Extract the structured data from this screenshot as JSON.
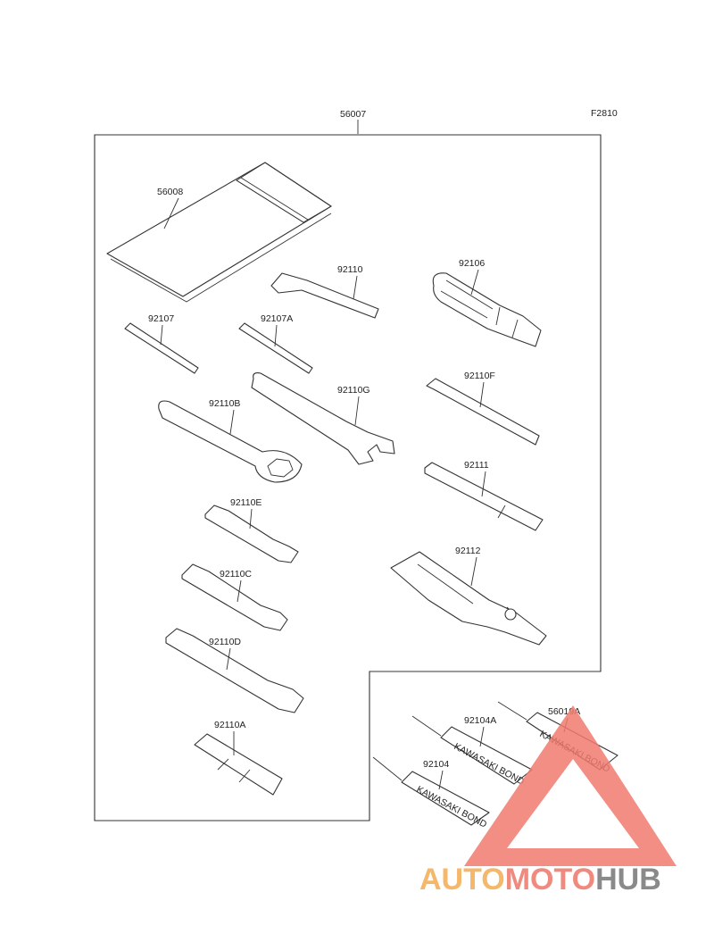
{
  "diagram": {
    "figure_code": "F2810",
    "kit_number": "56007",
    "parts": [
      {
        "id": "56008",
        "label": "56008"
      },
      {
        "id": "92110",
        "label": "92110"
      },
      {
        "id": "92106",
        "label": "92106"
      },
      {
        "id": "92107",
        "label": "92107"
      },
      {
        "id": "92107A",
        "label": "92107A"
      },
      {
        "id": "92110G",
        "label": "92110G"
      },
      {
        "id": "92110F",
        "label": "92110F"
      },
      {
        "id": "92110B",
        "label": "92110B"
      },
      {
        "id": "92111",
        "label": "92111"
      },
      {
        "id": "92110E",
        "label": "92110E"
      },
      {
        "id": "92112",
        "label": "92112"
      },
      {
        "id": "92110C",
        "label": "92110C"
      },
      {
        "id": "92110D",
        "label": "92110D"
      },
      {
        "id": "92110A",
        "label": "92110A"
      },
      {
        "id": "56019A",
        "label": "56019A"
      },
      {
        "id": "92104A",
        "label": "92104A"
      },
      {
        "id": "92104",
        "label": "92104"
      }
    ],
    "tube_text": "KAWASAKI BOND"
  },
  "watermark": {
    "text_auto": "AUTO",
    "text_moto": "MOTO",
    "text_hub": "HUB",
    "color_auto": "#f5b76a",
    "color_moto": "#f08a7e",
    "color_hub": "#8a8a8a",
    "color_triangle": "#f07a6e"
  }
}
